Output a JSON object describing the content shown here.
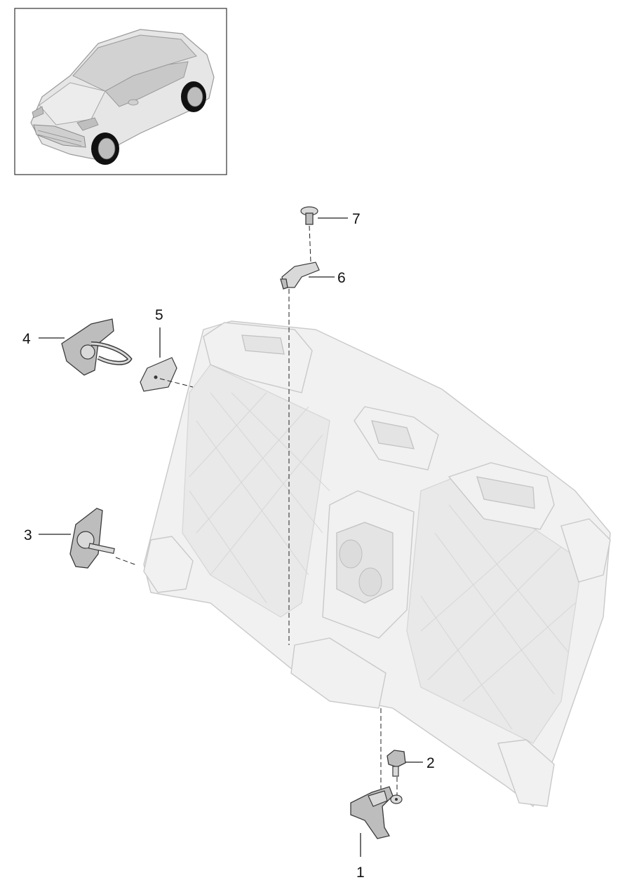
{
  "diagram": {
    "thumbnail": {
      "subject": "vehicle-overview"
    },
    "callouts": [
      {
        "id": "1",
        "label": "1"
      },
      {
        "id": "2",
        "label": "2"
      },
      {
        "id": "3",
        "label": "3"
      },
      {
        "id": "4",
        "label": "4"
      },
      {
        "id": "5",
        "label": "5"
      },
      {
        "id": "6",
        "label": "6"
      },
      {
        "id": "7",
        "label": "7"
      }
    ]
  },
  "colors": {
    "ghost_fill": "#f1f1f1",
    "ghost_stroke": "#c9c9c9",
    "part_fill": "#bdbdbd",
    "part_stroke": "#3a3a3a"
  }
}
